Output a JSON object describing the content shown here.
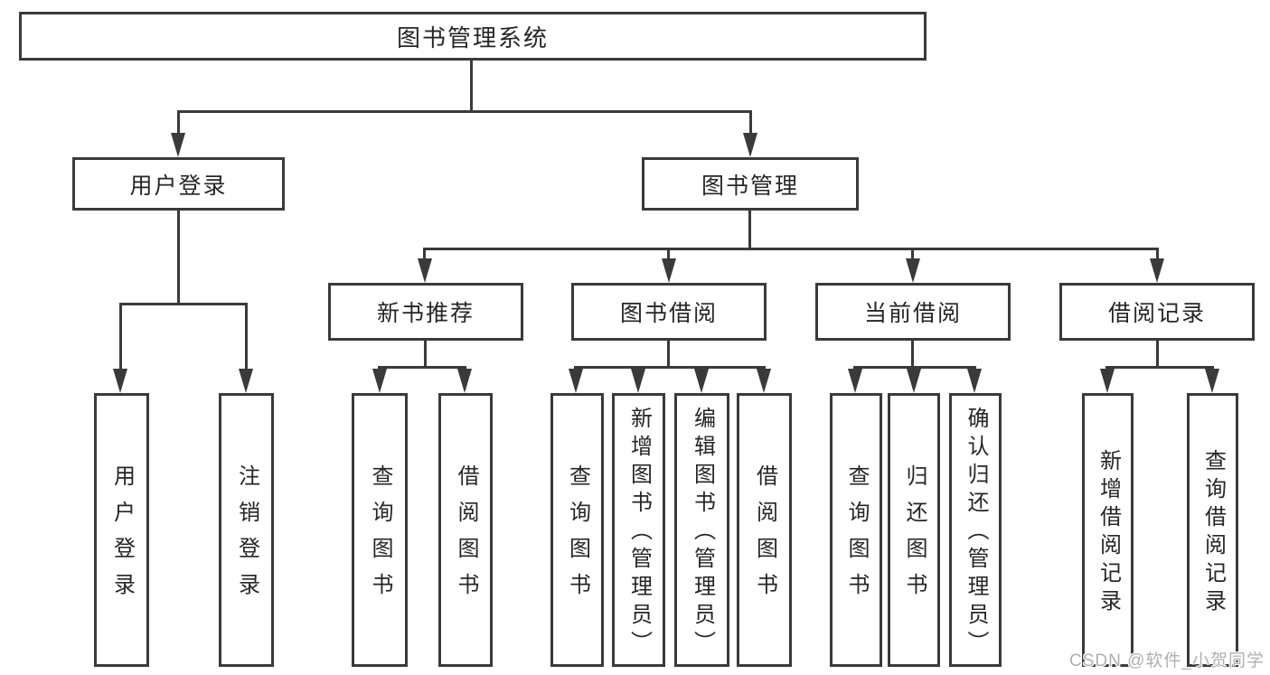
{
  "diagram": {
    "root": "图书管理系统",
    "level2": {
      "user_login": "用户登录",
      "book_mgmt": "图书管理"
    },
    "level3": {
      "new_book_rec": "新书推荐",
      "book_borrow": "图书借阅",
      "current_borrow": "当前借阅",
      "borrow_record": "借阅记录"
    },
    "leaves": {
      "user_login": [
        "用户登录",
        "注销登录"
      ],
      "new_book_rec": [
        "查询图书",
        "借阅图书"
      ],
      "book_borrow": [
        "查询图书",
        "新增图书（管理员）",
        "编辑图书（管理员）",
        "借阅图书"
      ],
      "current_borrow": [
        "查询图书",
        "归还图书",
        "确认归还（管理员）"
      ],
      "borrow_record": [
        "新增借阅记录",
        "查询借阅记录"
      ]
    },
    "colors": {
      "line": "#3a3a3a",
      "text": "#262626",
      "background": "#ffffff",
      "watermark": "#b0b0b0"
    }
  },
  "watermark": "CSDN @软件_小贺同学"
}
